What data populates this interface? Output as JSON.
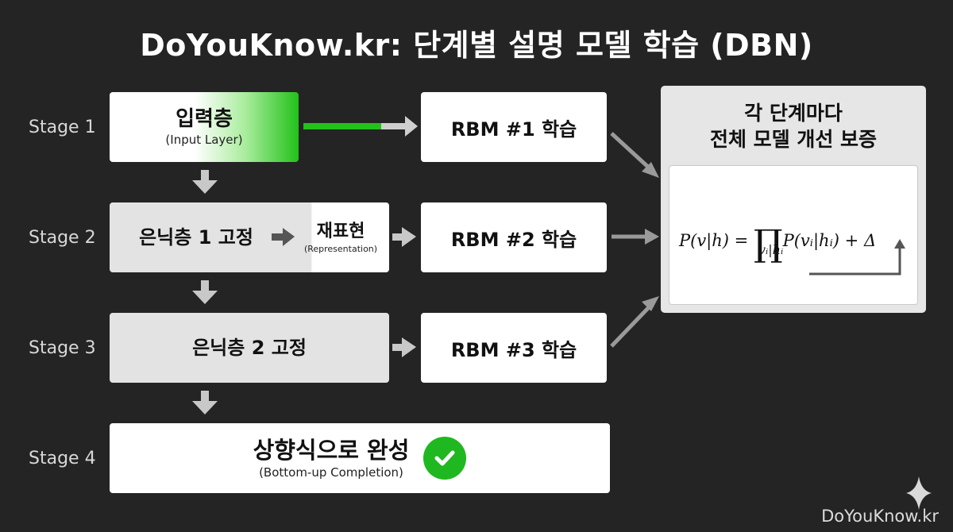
{
  "title": "DoYouKnow.kr: 단계별 설명 모델 학습 (DBN)",
  "stages": [
    {
      "label": "Stage 1"
    },
    {
      "label": "Stage 2"
    },
    {
      "label": "Stage 3"
    },
    {
      "label": "Stage 4"
    }
  ],
  "input_layer": {
    "label": "입력층",
    "sub": "(Input Layer)"
  },
  "hidden1": {
    "label": "은닉층 1 고정"
  },
  "representation": {
    "label": "재표현",
    "sub": "(Representation)"
  },
  "hidden2": {
    "label": "은닉층 2 고정"
  },
  "rbm": [
    "RBM #1 학습",
    "RBM #2 학습",
    "RBM #3 학습"
  ],
  "completion": {
    "label": "상향식으로 완성",
    "sub": "(Bottom-up Completion)"
  },
  "panel": {
    "title_line1": "각 단계마다",
    "title_line2": "전체 모델 개선 보증",
    "formula_left": "P(v|h) = ",
    "formula_prod": "∏",
    "formula_right": "P(vᵢ|hᵢ) + Δ",
    "formula_sub": "vᵢ|hᵢ"
  },
  "watermark": "DoYouKnow.kr",
  "colors": {
    "accent_green": "#22c21a",
    "background": "#242424"
  }
}
